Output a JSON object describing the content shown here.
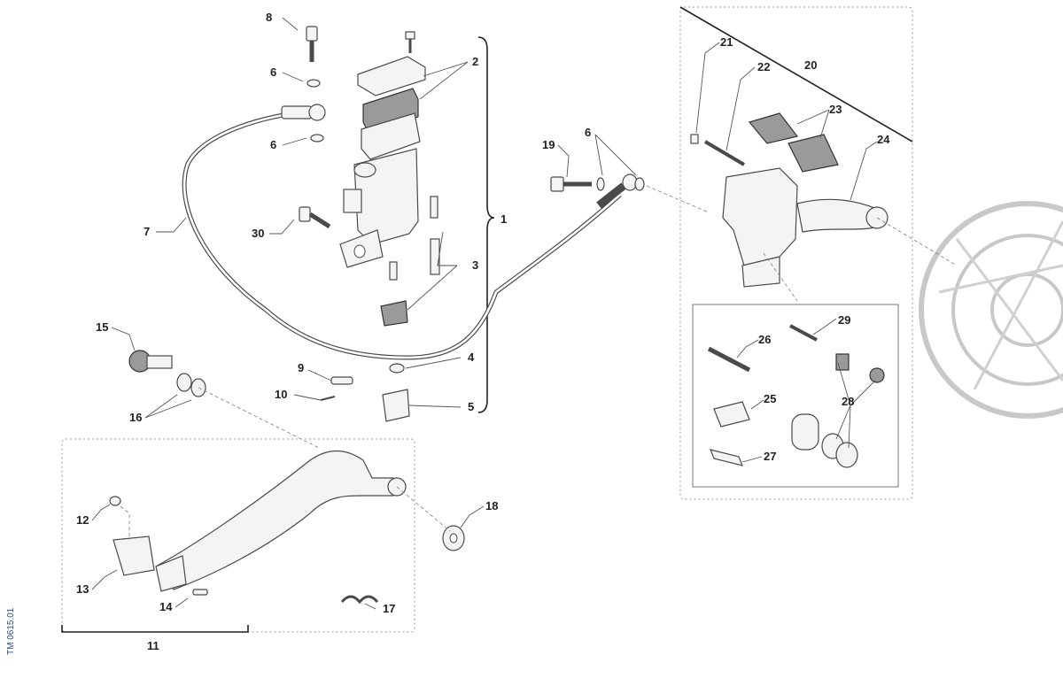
{
  "diagram": {
    "drawing_code": "TM 0615.01",
    "colors": {
      "line": "#4a4a4a",
      "label": "#222222",
      "code": "#2a4a8a"
    },
    "labels": {
      "p1": "1",
      "p2": "2",
      "p3": "3",
      "p4": "4",
      "p5": "5",
      "p6a": "6",
      "p6b": "6",
      "p6c": "6",
      "p7": "7",
      "p8": "8",
      "p9": "9",
      "p10": "10",
      "p11": "11",
      "p12": "12",
      "p13": "13",
      "p14": "14",
      "p15": "15",
      "p16": "16",
      "p17": "17",
      "p18": "18",
      "p19": "19",
      "p20": "20",
      "p21": "21",
      "p22": "22",
      "p23": "23",
      "p24": "24",
      "p25": "25",
      "p26": "26",
      "p27": "27",
      "p28": "28",
      "p29": "29",
      "p30": "30"
    }
  }
}
